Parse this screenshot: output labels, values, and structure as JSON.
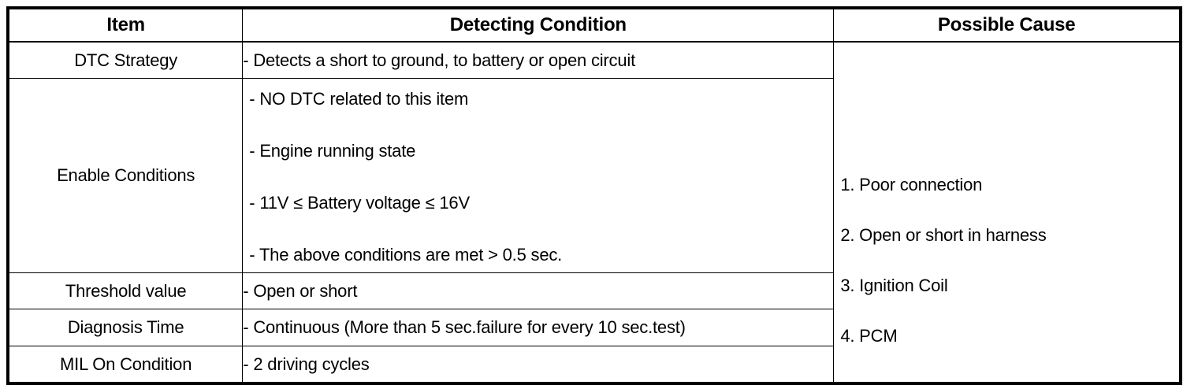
{
  "table": {
    "headers": [
      {
        "label": "Item"
      },
      {
        "label": "Detecting Condition"
      },
      {
        "label": "Possible Cause"
      }
    ],
    "rows": [
      {
        "item": "DTC Strategy",
        "condition": "-  Detects a short to ground, to battery or open circuit"
      },
      {
        "item": "Enable Conditions",
        "bullets": [
          "-  NO DTC related to this item",
          "-  Engine running state",
          "-  11V ≤ Battery voltage ≤ 16V",
          "-  The above conditions are met > 0.5 sec."
        ]
      },
      {
        "item": "Threshold value",
        "condition": "-  Open or short"
      },
      {
        "item": "Diagnosis Time",
        "condition": "-  Continuous (More than 5 sec.failure for every 10 sec.test)"
      },
      {
        "item": "MIL On Condition",
        "condition": "-  2 driving cycles"
      }
    ],
    "possible_causes": [
      "1. Poor connection",
      "2. Open or short in harness",
      "3. Ignition Coil",
      "4. PCM"
    ]
  },
  "colors": {
    "border": "#000000",
    "text": "#000000",
    "background": "#ffffff"
  }
}
